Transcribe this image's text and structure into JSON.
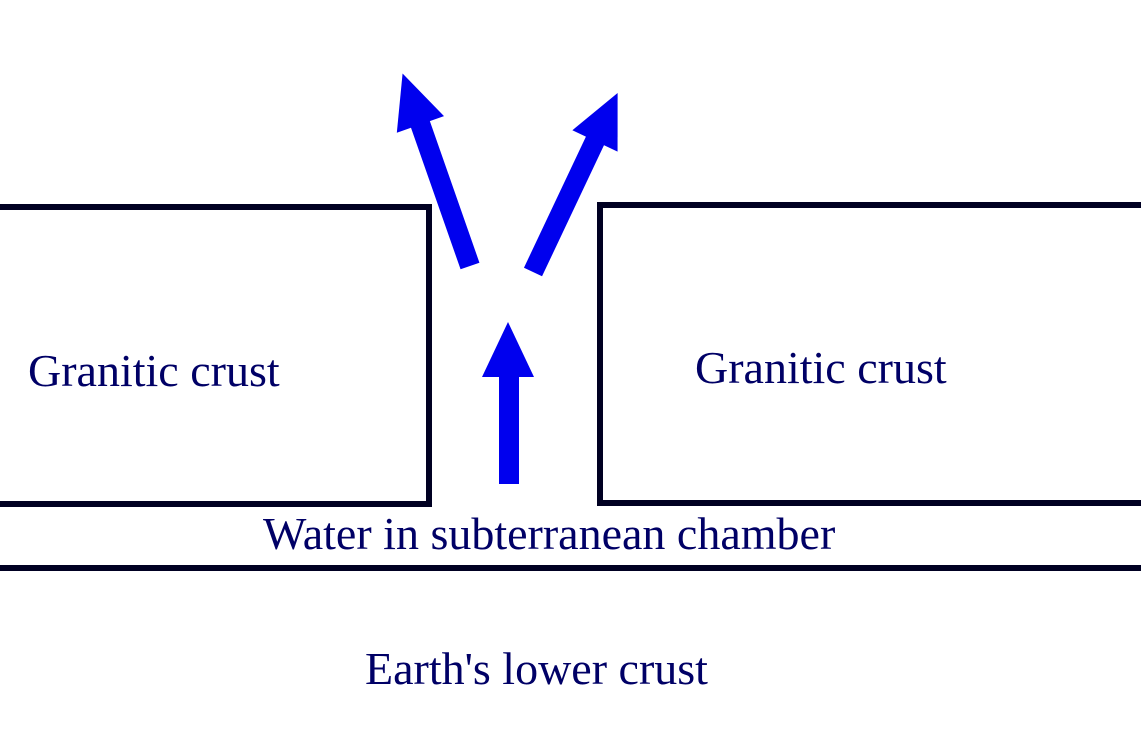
{
  "labels": {
    "left_block": "Granitic crust",
    "right_block": "Granitic crust",
    "chamber": "Water in subterranean chamber",
    "lower_crust": "Earth's lower crust"
  },
  "colors": {
    "outline": "#000022",
    "text": "#000066",
    "arrow": "#0000ee",
    "background": "#ffffff"
  }
}
